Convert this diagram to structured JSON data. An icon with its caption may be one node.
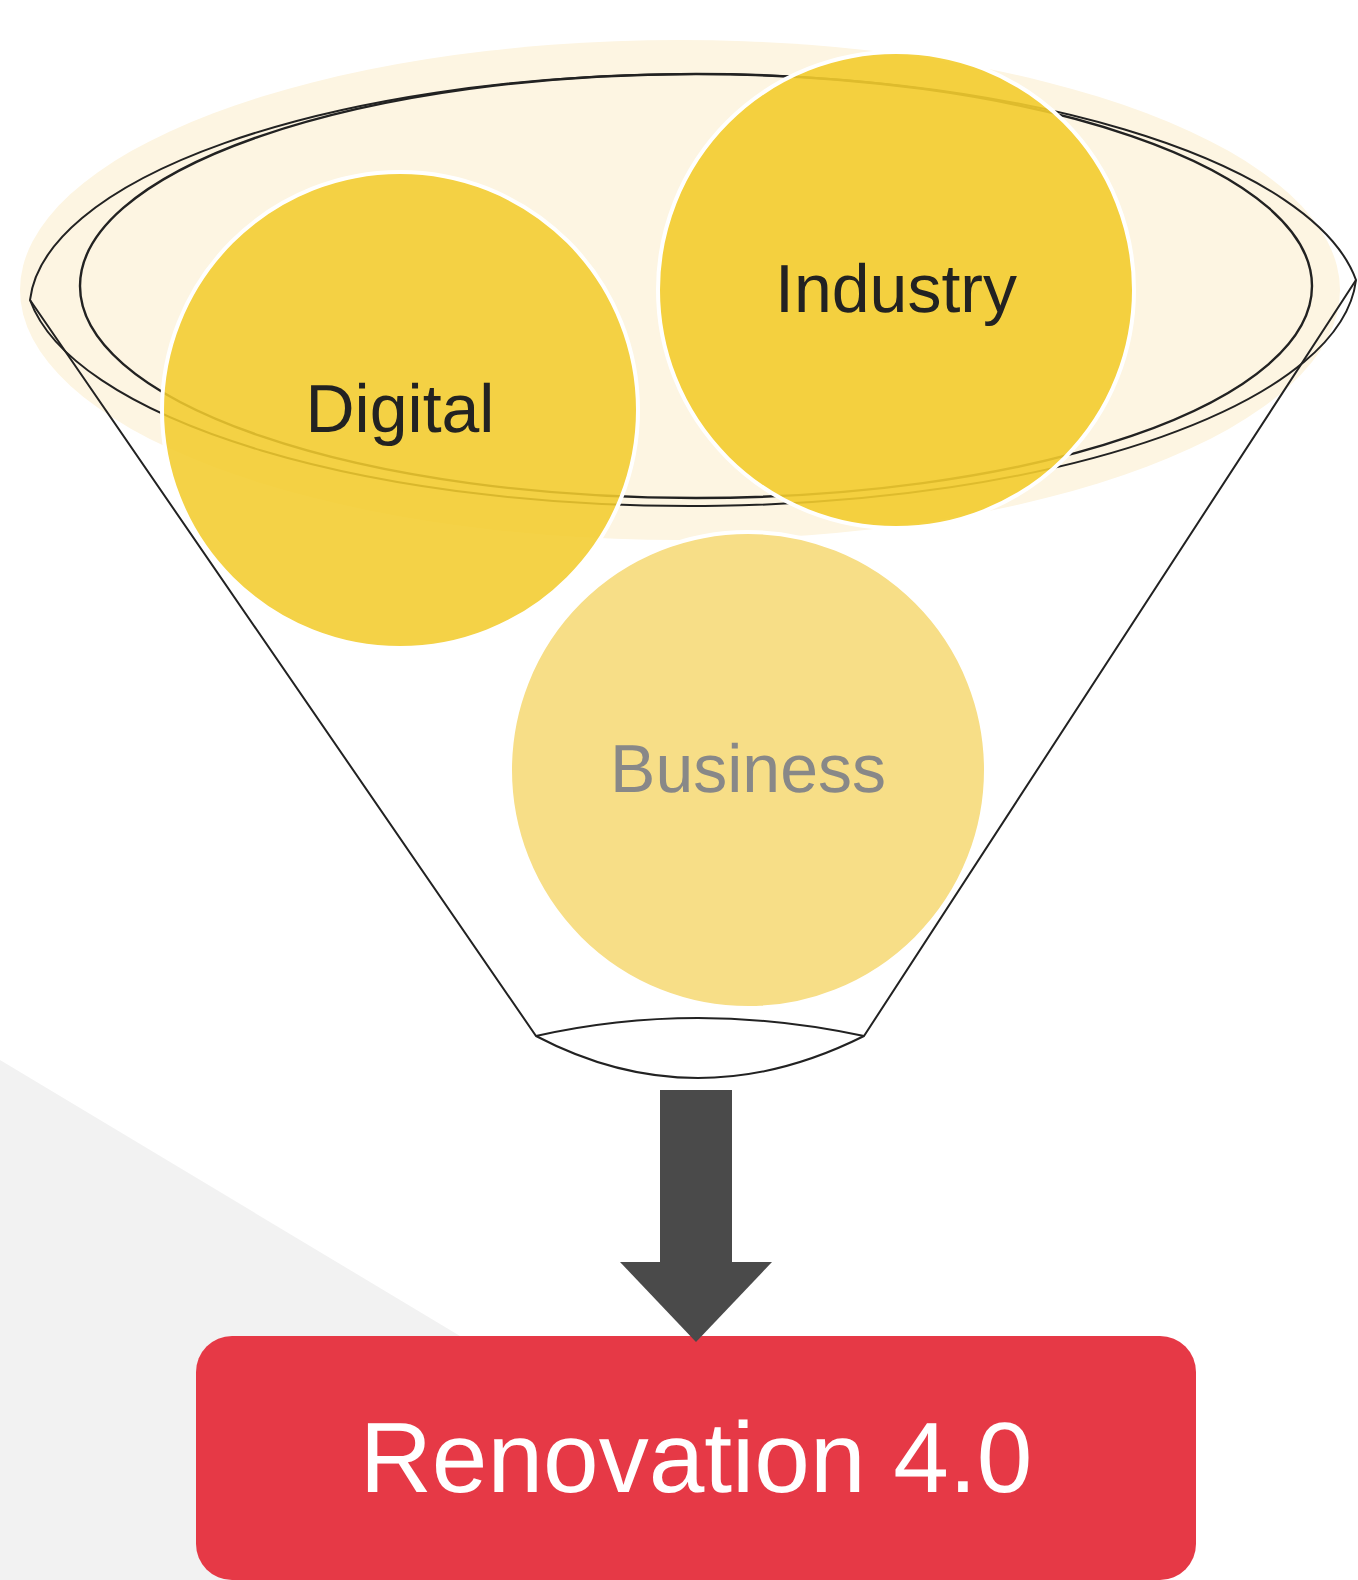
{
  "diagram": {
    "nodes": [
      {
        "text": [],
        "shape": "funnel"
      },
      {
        "text": [
          "Digital"
        ],
        "in": 0
      },
      {
        "text": [
          "Industry"
        ],
        "in": 0
      },
      {
        "text": [
          "Business"
        ],
        "in": 0
      },
      {
        "text": [
          "Renovation 4.0"
        ]
      }
    ],
    "edges": [
      {
        "from": 0,
        "to": 4,
        "arrow": "to"
      }
    ]
  }
}
